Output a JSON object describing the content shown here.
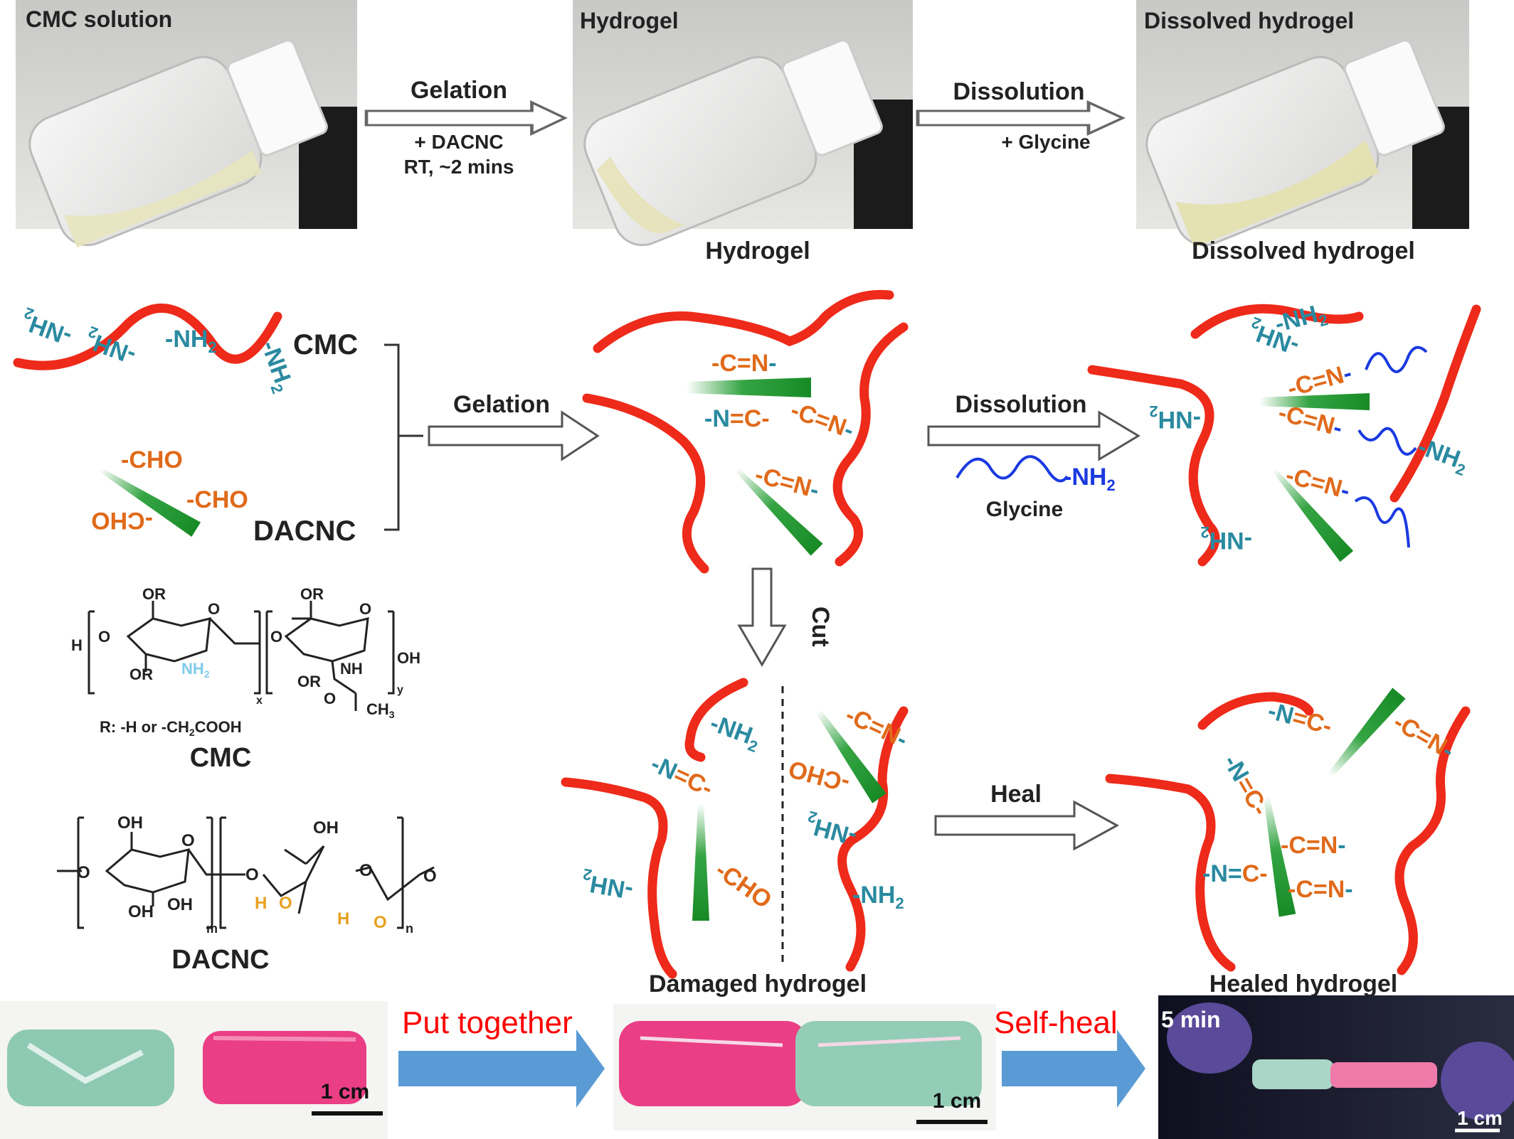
{
  "top_row": {
    "photo1_label": "CMC solution",
    "photo2_label": "Hydrogel",
    "photo3_label": "Dissolved hydrogel",
    "arrow1_title": "Gelation",
    "arrow1_sub1": "+ DACNC",
    "arrow1_sub2": "RT, ~2 mins",
    "arrow2_title": "Dissolution",
    "arrow2_sub": "+ Glycine",
    "caption_hydrogel": "Hydrogel",
    "caption_dissolved": "Dissolved hydrogel"
  },
  "scheme": {
    "cmc_label": "CMC",
    "dacnc_label": "DACNC",
    "gelation_label": "Gelation",
    "dissolution_label": "Dissolution",
    "glycine_label": "Glycine",
    "cut_label": "Cut",
    "heal_label": "Heal",
    "damaged_caption": "Damaged hydrogel",
    "healed_caption": "Healed hydrogel",
    "nh2": "-NH",
    "sub2": "2",
    "hn": "HN-",
    "cho": "-CHO",
    "ohc": "OHC-",
    "cn": "-C=N-",
    "nc": "-N=C-"
  },
  "structures": {
    "cmc_name": "CMC",
    "cmc_r": "R: -H or -CH",
    "cmc_r_end": "COOH",
    "dacnc_name": "DACNC",
    "or": "OR",
    "oh": "OH",
    "h": "H",
    "o": "O",
    "nh": "NH",
    "ch3": "CH",
    "x": "x",
    "y": "y",
    "m": "m",
    "n": "n"
  },
  "bottom_row": {
    "put_together": "Put together",
    "self_heal": "Self-heal",
    "time": "5 min",
    "scale": "1 cm"
  },
  "colors": {
    "chain": "#ee2a1a",
    "amine": "#2a8aa0",
    "aldehyde": "#e06a1a",
    "crystal": "#1e9a2e",
    "glycine": "#1a3ae0",
    "blue_arrow": "#5b9bd5",
    "red_text": "#ff0000",
    "nh2_light": "#7ecbea"
  }
}
